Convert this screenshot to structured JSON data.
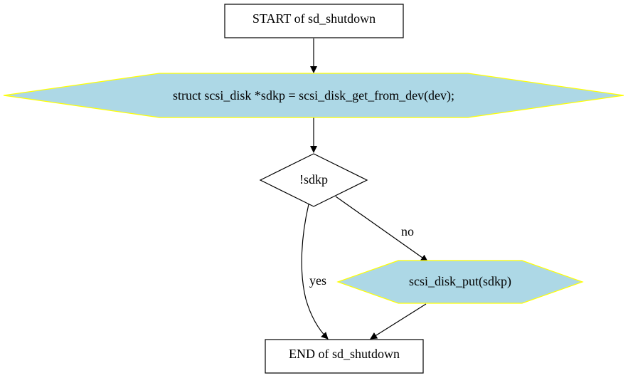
{
  "nodes": {
    "start": "START of sd_shutdown",
    "assign": "struct scsi_disk *sdkp = scsi_disk_get_from_dev(dev);",
    "cond": "!sdkp",
    "put": "scsi_disk_put(sdkp)",
    "end": "END of sd_shutdown"
  },
  "edges": {
    "yes": "yes",
    "no": "no"
  },
  "colors": {
    "statement_fill": "#add8e6",
    "statement_stroke": "#ffff00",
    "node_stroke": "#000000",
    "edge": "#000000"
  }
}
